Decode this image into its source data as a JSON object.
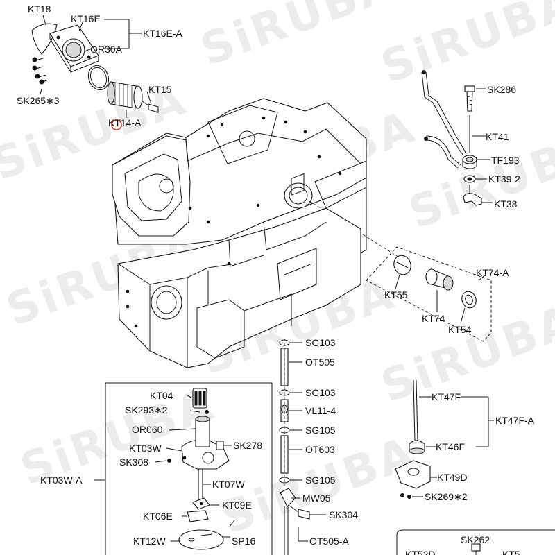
{
  "watermark": "SiRUBA",
  "labels": {
    "KT18": "KT18",
    "KT16E": "KT16E",
    "KT16E_A": "KT16E-A",
    "OR30A": "OR30A",
    "KT15": "KT15",
    "KT14_A": "KT14-A",
    "SK265": "SK265∗3",
    "SK286": "SK286",
    "KT41": "KT41",
    "TF193": "TF193",
    "KT39_2": "KT39-2",
    "KT38": "KT38",
    "KT74_A": "KT74-A",
    "KT55": "KT55",
    "KT74": "KT74",
    "KT54": "KT54",
    "SG103_a": "SG103",
    "OT505": "OT505",
    "SG103_b": "SG103",
    "VL11_4": "VL11-4",
    "SG105_a": "SG105",
    "OT603": "OT603",
    "SG105_b": "SG105",
    "MW05": "MW05",
    "SK304": "SK304",
    "OT505_A": "OT505-A",
    "KT04": "KT04",
    "SK293": "SK293∗2",
    "OR060": "OR060",
    "KT03W": "KT03W",
    "SK278": "SK278",
    "SK308": "SK308",
    "KT03W_A": "KT03W-A",
    "KT07W": "KT07W",
    "KT09E": "KT09E",
    "KT06E": "KT06E",
    "KT12W": "KT12W",
    "SP16": "SP16",
    "KT47F": "KT47F",
    "KT47F_A": "KT47F-A",
    "KT46F": "KT46F",
    "KT49D": "KT49D",
    "SK269": "SK269∗2",
    "SK262": "SK262",
    "KT52D_partial": "KT52D",
    "KT5_partial": "KT5"
  },
  "colors": {
    "line": "#111111",
    "watermark": "#ececec",
    "highlight": "#e02020"
  }
}
